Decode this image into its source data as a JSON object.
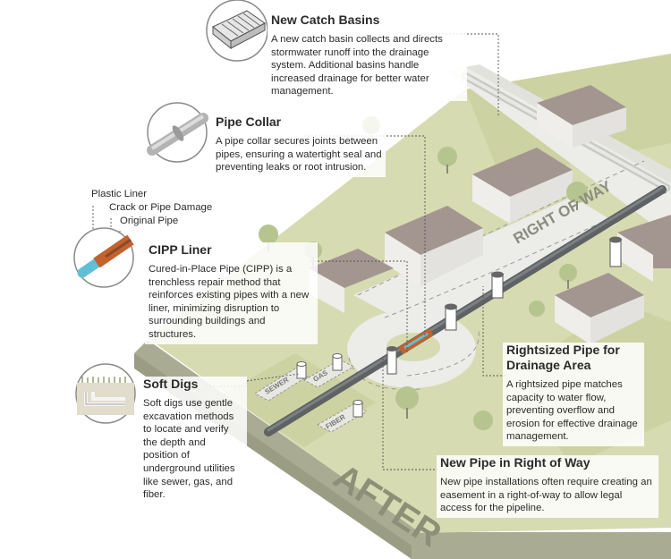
{
  "callouts": {
    "catch_basins": {
      "title": "New Catch Basins",
      "body": "A new catch basin collects and directs stormwater runoff into the drainage system. Additional basins handle increased drainage for better water management."
    },
    "pipe_collar": {
      "title": "Pipe Collar",
      "body": "A pipe collar secures joints between pipes, ensuring a watertight seal and preventing leaks or root intrusion."
    },
    "cipp_liner": {
      "title": "CIPP Liner",
      "body": "Cured-in-Place Pipe (CIPP) is a trenchless repair method that reinforces existing pipes with a new liner, minimizing disruption to surrounding buildings and structures."
    },
    "soft_digs": {
      "title": "Soft Digs",
      "body": "Soft digs use gentle excavation methods to locate and verify the depth and position of underground utilities like sewer, gas, and fiber."
    },
    "rightsized_pipe": {
      "title": "Rightsized Pipe for Drainage Area",
      "body": "A rightsized pipe matches capacity to water flow, preventing overflow and erosion for effective drainage management."
    },
    "new_pipe_row": {
      "title": "New Pipe in Right of Way",
      "body": "New pipe installations often require creating an easement in a right-of-way to allow legal access for the pipeline."
    }
  },
  "liner_labels": {
    "plastic_liner": "Plastic Liner",
    "crack_damage": "Crack or Pipe Damage",
    "original_pipe": "Original Pipe"
  },
  "map_labels": {
    "right_of_way": "RIGHT OF WAY",
    "after": "AFTER",
    "sewer": "SEWER",
    "gas": "GAS",
    "fiber": "FIBER"
  },
  "colors": {
    "grass": "#d8dcb2",
    "grass_dark": "#c5cb98",
    "road": "#ebebe8",
    "ground_side": "#b0b39b",
    "pipe": "#6b6e70",
    "liner_orange": "#c4622d",
    "liner_blue": "#5fbfd6",
    "roof": "#a79a94",
    "house_wall": "#f2f1ee",
    "tree": "#b8c693",
    "line": "#555555"
  }
}
